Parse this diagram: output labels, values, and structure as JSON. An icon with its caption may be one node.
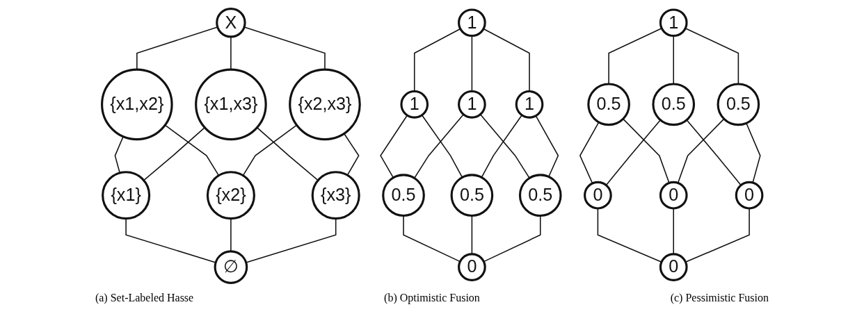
{
  "diagram": {
    "nodes": [
      {
        "text": [
          "X"
        ]
      },
      {
        "text": [
          "{x1,x2}"
        ]
      },
      {
        "text": [
          "{x1,x3}"
        ]
      },
      {
        "text": [
          "{x2,x3}"
        ]
      },
      {
        "text": [
          "{x1}"
        ]
      },
      {
        "text": [
          "{x2}"
        ]
      },
      {
        "text": [
          "{x3}"
        ]
      },
      {
        "text": [
          "∅"
        ]
      },
      {
        "text": [
          "1"
        ]
      },
      {
        "text": [
          "1"
        ]
      },
      {
        "text": [
          "1"
        ]
      },
      {
        "text": [
          "1"
        ]
      },
      {
        "text": [
          "0.5"
        ]
      },
      {
        "text": [
          "0.5"
        ]
      },
      {
        "text": [
          "0.5"
        ]
      },
      {
        "text": [
          "0"
        ]
      },
      {
        "text": [
          "1"
        ]
      },
      {
        "text": [
          "0.5"
        ]
      },
      {
        "text": [
          "0.5"
        ]
      },
      {
        "text": [
          "0.5"
        ]
      },
      {
        "text": [
          "0"
        ]
      },
      {
        "text": [
          "0"
        ]
      },
      {
        "text": [
          "0"
        ]
      },
      {
        "text": [
          "0"
        ]
      }
    ],
    "edges": [
      {
        "from": 0,
        "to": 1,
        "arrow": "none"
      },
      {
        "from": 0,
        "to": 2,
        "arrow": "none"
      },
      {
        "from": 0,
        "to": 3,
        "arrow": "none"
      },
      {
        "from": 1,
        "to": 4,
        "arrow": "none"
      },
      {
        "from": 1,
        "to": 5,
        "arrow": "none"
      },
      {
        "from": 2,
        "to": 4,
        "arrow": "none"
      },
      {
        "from": 2,
        "to": 6,
        "arrow": "none"
      },
      {
        "from": 3,
        "to": 5,
        "arrow": "none"
      },
      {
        "from": 3,
        "to": 6,
        "arrow": "none"
      },
      {
        "from": 4,
        "to": 7,
        "arrow": "none"
      },
      {
        "from": 5,
        "to": 7,
        "arrow": "none"
      },
      {
        "from": 6,
        "to": 7,
        "arrow": "none"
      },
      {
        "from": 8,
        "to": 9,
        "arrow": "none"
      },
      {
        "from": 8,
        "to": 10,
        "arrow": "none"
      },
      {
        "from": 8,
        "to": 11,
        "arrow": "none"
      },
      {
        "from": 9,
        "to": 12,
        "arrow": "none"
      },
      {
        "from": 9,
        "to": 13,
        "arrow": "none"
      },
      {
        "from": 10,
        "to": 12,
        "arrow": "none"
      },
      {
        "from": 10,
        "to": 14,
        "arrow": "none"
      },
      {
        "from": 11,
        "to": 13,
        "arrow": "none"
      },
      {
        "from": 11,
        "to": 14,
        "arrow": "none"
      },
      {
        "from": 12,
        "to": 15,
        "arrow": "none"
      },
      {
        "from": 13,
        "to": 15,
        "arrow": "none"
      },
      {
        "from": 14,
        "to": 15,
        "arrow": "none"
      },
      {
        "from": 16,
        "to": 17,
        "arrow": "none"
      },
      {
        "from": 16,
        "to": 18,
        "arrow": "none"
      },
      {
        "from": 16,
        "to": 19,
        "arrow": "none"
      },
      {
        "from": 17,
        "to": 20,
        "arrow": "none"
      },
      {
        "from": 17,
        "to": 21,
        "arrow": "none"
      },
      {
        "from": 18,
        "to": 20,
        "arrow": "none"
      },
      {
        "from": 18,
        "to": 22,
        "arrow": "none"
      },
      {
        "from": 19,
        "to": 21,
        "arrow": "none"
      },
      {
        "from": 19,
        "to": 22,
        "arrow": "none"
      },
      {
        "from": 20,
        "to": 23,
        "arrow": "none"
      },
      {
        "from": 21,
        "to": 23,
        "arrow": "none"
      },
      {
        "from": 22,
        "to": 23,
        "arrow": "none"
      }
    ],
    "labels": [
      "(a) Set-Labeled Hasse",
      "(b) Optimistic Fusion",
      "(c) Pessimistic Fusion"
    ]
  }
}
